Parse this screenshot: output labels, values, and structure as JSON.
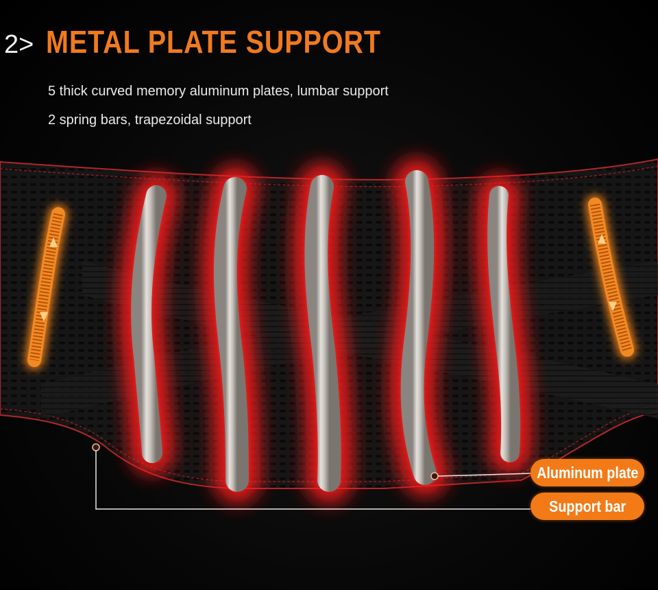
{
  "heading": {
    "number": "2>",
    "title": "METAL PLATE SUPPORT"
  },
  "features": [
    "5 thick curved memory aluminum plates, lumbar support",
    "2 spring bars, trapezoidal support"
  ],
  "callouts": {
    "aluminum_plate": "Aluminum plate",
    "support_bar": "Support bar"
  },
  "colors": {
    "accent_orange": "#f07a1e",
    "glow_red": "#ff1a1a",
    "plate_silver": "#cfcac4",
    "belt_black": "#151515"
  }
}
